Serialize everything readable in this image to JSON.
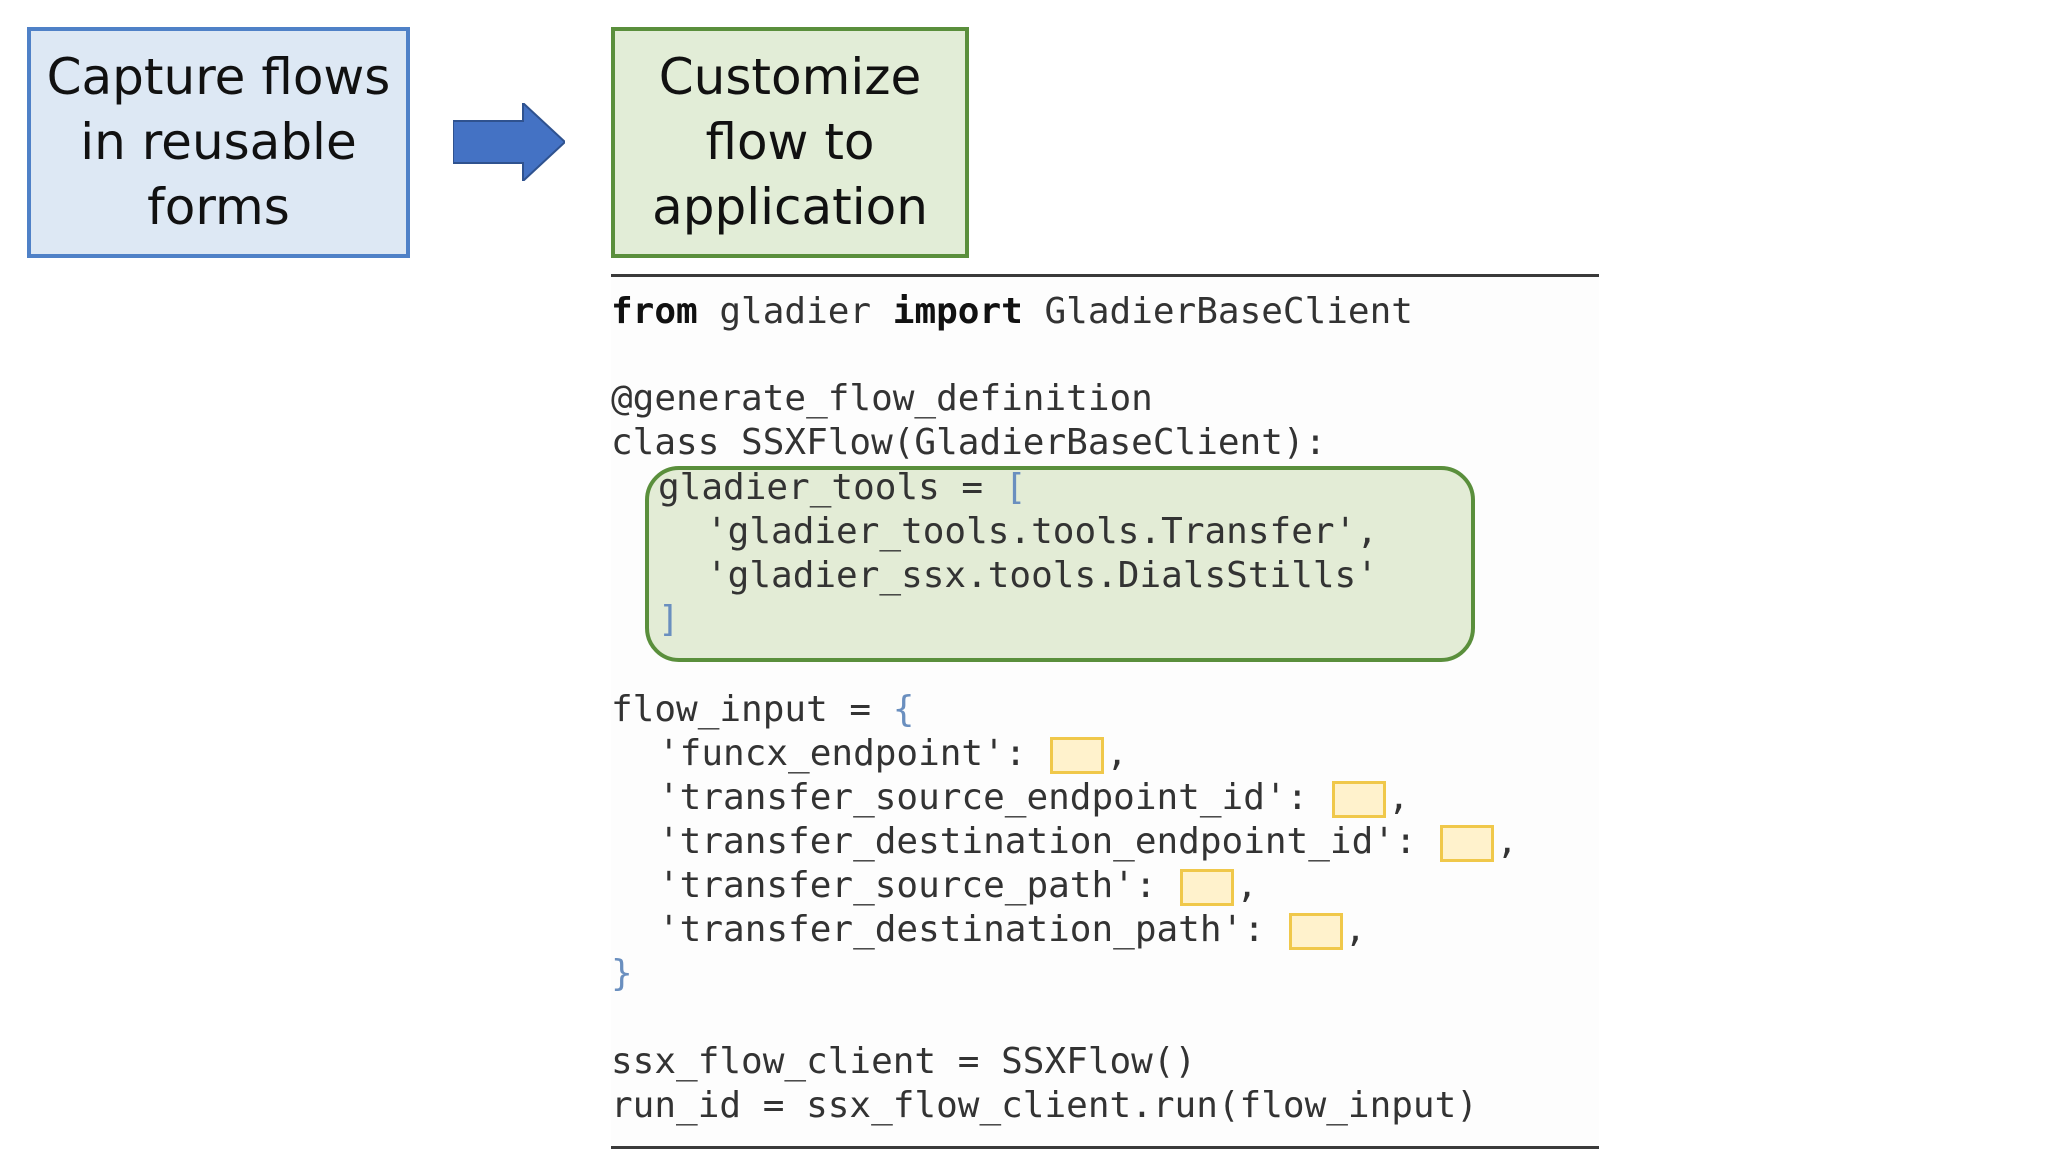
{
  "boxes": {
    "capture": "Capture flows\nin reusable\nforms",
    "customize": "Customize\nflow to\napplication"
  },
  "colors": {
    "capture_fill": "#dde8f4",
    "capture_border": "#4f81c7",
    "customize_fill": "#e2edd7",
    "customize_border": "#5a8f3c",
    "arrow": "#4472c4",
    "placeholder_fill": "#fff2cc",
    "placeholder_border": "#f0c84a"
  },
  "icons": {
    "arrow": "right-arrow-icon"
  },
  "code": {
    "l1_from": "from",
    "l1_module": " gladier ",
    "l1_import": "import",
    "l1_name": " GladierBaseClient",
    "l2": "@generate_flow_definition",
    "l3": "class SSXFlow(GladierBaseClient):",
    "l4_name": "gladier_tools = ",
    "l4_open": "[",
    "l5": "'gladier_tools.tools.Transfer',",
    "l6": "'gladier_ssx.tools.DialsStills'",
    "l7_close": "]",
    "l8_name": "flow_input = ",
    "l8_open": "{",
    "p1_key": "'funcx_endpoint': ",
    "p2_key": "'transfer_source_endpoint_id': ",
    "p3_key": "'transfer_destination_endpoint_id': ",
    "p4_key": "'transfer_source_path': ",
    "p5_key": "'transfer_destination_path': ",
    "comma": ",",
    "l9_close": "}",
    "l10": "ssx_flow_client = SSXFlow()",
    "l11": "run_id = ssx_flow_client.run(flow_input)"
  }
}
